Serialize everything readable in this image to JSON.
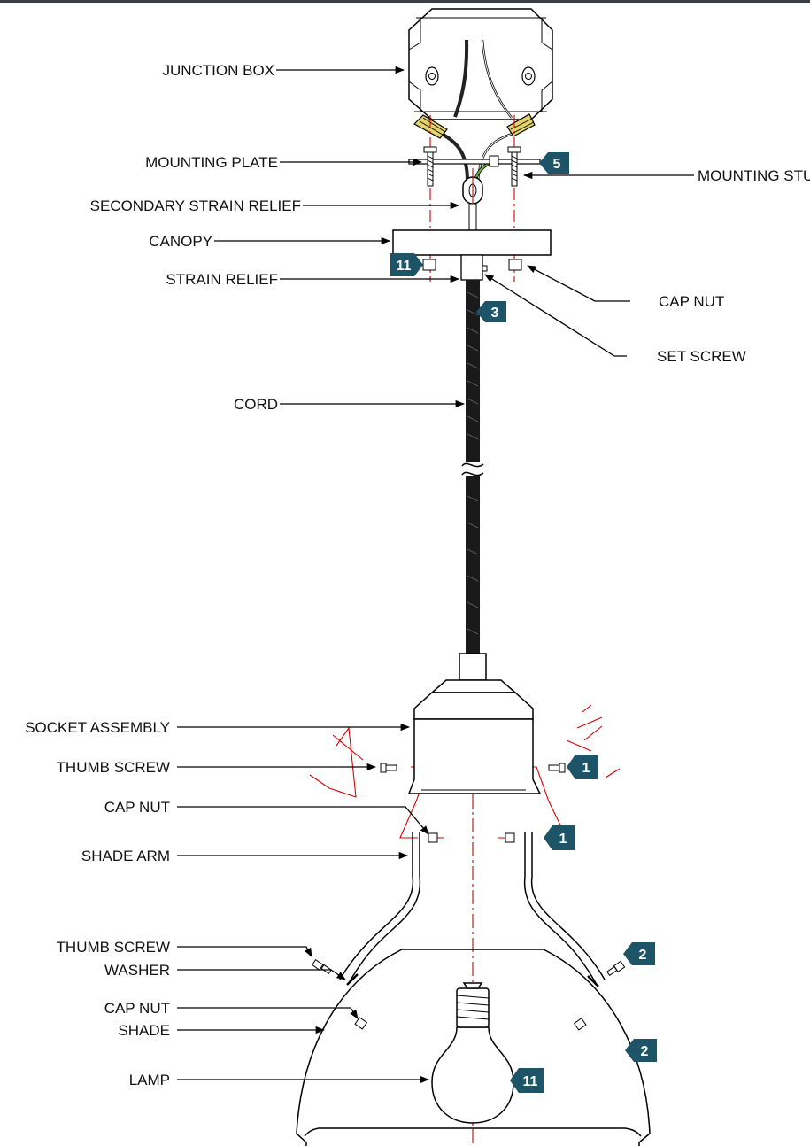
{
  "colors": {
    "line": "#000000",
    "centerline": "#d60000",
    "badge": "#1d5468",
    "ground_wire": "#6fb43f",
    "wire_nut": "#e3d36a"
  },
  "labels": {
    "junction_box": "JUNCTION BOX",
    "mounting_plate": "MOUNTING PLATE",
    "secondary_strain_relief": "SECONDARY STRAIN RELIEF",
    "canopy": "CANOPY",
    "strain_relief": "STRAIN RELIEF",
    "cord": "CORD",
    "mounting_stud": "MOUNTING STUD",
    "cap_nut_top": "CAP NUT",
    "set_screw": "SET SCREW",
    "socket_assembly": "SOCKET ASSEMBLY",
    "thumb_screw_upper": "THUMB SCREW",
    "cap_nut_upper": "CAP NUT",
    "shade_arm": "SHADE ARM",
    "thumb_screw_lower": "THUMB SCREW",
    "washer": "WASHER",
    "cap_nut_lower": "CAP NUT",
    "shade": "SHADE",
    "lamp": "LAMP"
  },
  "badges": {
    "mounting_plate": "5",
    "canopy": "11",
    "cord": "3",
    "thumb_screw": "1",
    "shade_arm": "1",
    "shade_screw": "2",
    "shade": "2",
    "lamp": "11"
  }
}
